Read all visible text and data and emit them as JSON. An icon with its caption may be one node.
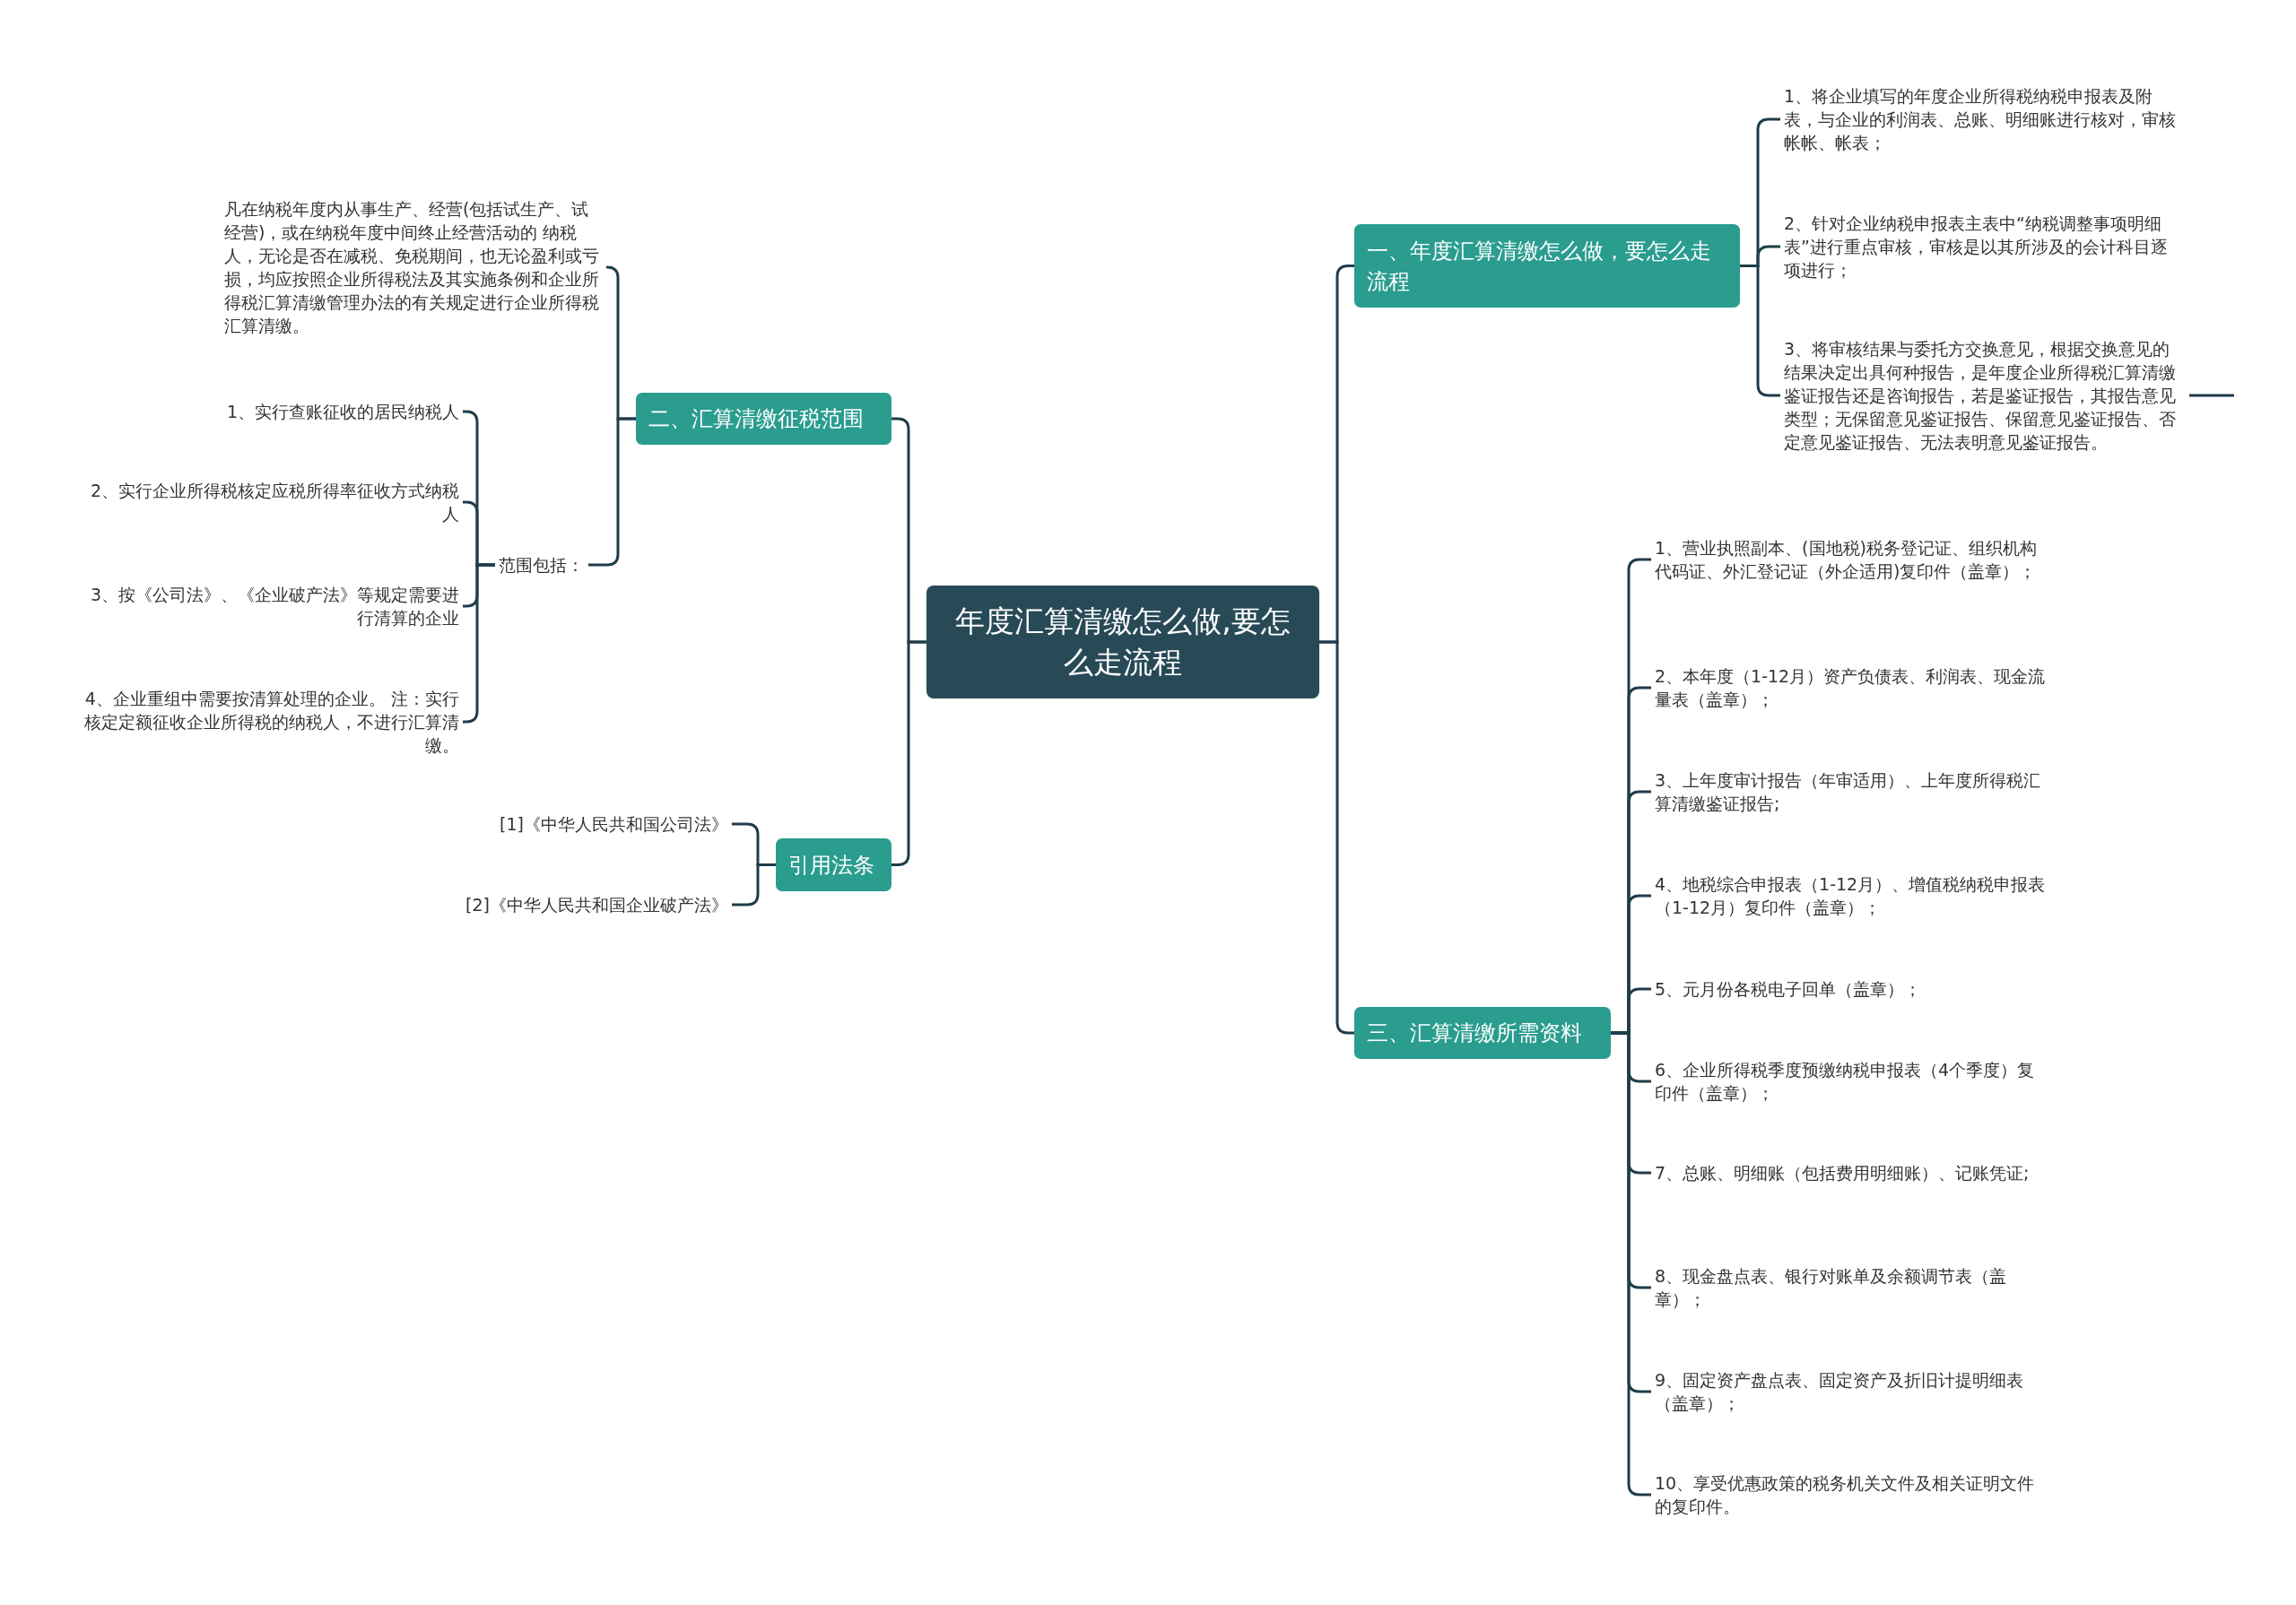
{
  "diagram": {
    "nodes": [
      {
        "text": [
          "年度汇算清缴怎么做,要怎么走流程"
        ]
      },
      {
        "text": [
          "一、年度汇算清缴怎么做，要怎么走流程"
        ]
      },
      {
        "text": [
          "1、将企业填写的年度企业所得税纳税申报表及附表，与企业的利润表、总账、明细账进行核对，审核帐帐、帐表；"
        ]
      },
      {
        "text": [
          "2、针对企业纳税申报表主表中“纳税调整事项明细表”进行重点审核，审核是以其所涉及的会计科目逐项进行；"
        ]
      },
      {
        "text": [
          "3、将审核结果与委托方交换意见，根据交换意见的结果决定出具何种报告，是年度企业所得税汇算清缴鉴证报告还是咨询报告，若是鉴证报告，其报告意见类型；无保留意见鉴证报告、保留意见鉴证报告、否定意见鉴证报告、无法表明意见鉴证报告。"
        ]
      },
      {
        "text": [
          "三、汇算清缴所需资料"
        ]
      },
      {
        "text": [
          "1、营业执照副本、(国地税)税务登记证、组织机构代码证、外汇登记证（外企适用)复印件（盖章）；"
        ]
      },
      {
        "text": [
          "2、本年度（1-12月）资产负债表、利润表、现金流量表（盖章）；"
        ]
      },
      {
        "text": [
          "3、上年度审计报告（年审适用）、上年度所得税汇算清缴鉴证报告;"
        ]
      },
      {
        "text": [
          "4、地税综合申报表（1-12月）、增值税纳税申报表（1-12月）复印件（盖章）；"
        ]
      },
      {
        "text": [
          "5、元月份各税电子回单（盖章）；"
        ]
      },
      {
        "text": [
          "6、企业所得税季度预缴纳税申报表（4个季度）复印件（盖章）；"
        ]
      },
      {
        "text": [
          "7、总账、明细账（包括费用明细账）、记账凭证;"
        ]
      },
      {
        "text": [
          "8、现金盘点表、银行对账单及余额调节表（盖章）；"
        ]
      },
      {
        "text": [
          "9、固定资产盘点表、固定资产及折旧计提明细表（盖章）；"
        ]
      },
      {
        "text": [
          "10、享受优惠政策的税务机关文件及相关证明文件的复印件。"
        ]
      },
      {
        "text": [
          "二、汇算清缴征税范围"
        ]
      },
      {
        "text": [
          "凡在纳税年度内从事生产、经营(包括试生产、试经营)，或在纳税年度中间终止经营活动的 纳税人，无论是否在减税、免税期间，也无论盈利或亏损，均应按照企业所得税法及其实施条例和企业所得税汇算清缴管理办法的有关规定进行企业所得税汇算清缴。"
        ]
      },
      {
        "text": [
          "范围包括："
        ]
      },
      {
        "text": [
          "1、实行查账征收的居民纳税人"
        ]
      },
      {
        "text": [
          "2、实行企业所得税核定应税所得率征收方式纳税人"
        ]
      },
      {
        "text": [
          "3、按《公司法》、《企业破产法》等规定需要进行清算的企业"
        ]
      },
      {
        "text": [
          "4、企业重组中需要按清算处理的企业。 注：实行核定定额征收企业所得税的纳税人，不进行汇算清缴。"
        ]
      },
      {
        "text": [
          "引用法条"
        ]
      },
      {
        "text": [
          "[1]《中华人民共和国公司法》"
        ]
      },
      {
        "text": [
          "[2]《中华人民共和国企业破产法》"
        ]
      }
    ],
    "edges": [
      {
        "from": 0,
        "to": 1,
        "arrow": "none"
      },
      {
        "from": 1,
        "to": 2,
        "arrow": "none"
      },
      {
        "from": 1,
        "to": 3,
        "arrow": "none"
      },
      {
        "from": 1,
        "to": 4,
        "arrow": "none"
      },
      {
        "from": 4,
        "to": null,
        "arrow": "none"
      },
      {
        "from": 0,
        "to": 5,
        "arrow": "none"
      },
      {
        "from": 5,
        "to": 6,
        "arrow": "none"
      },
      {
        "from": 5,
        "to": 7,
        "arrow": "none"
      },
      {
        "from": 5,
        "to": 8,
        "arrow": "none"
      },
      {
        "from": 5,
        "to": 9,
        "arrow": "none"
      },
      {
        "from": 5,
        "to": 10,
        "arrow": "none"
      },
      {
        "from": 5,
        "to": 11,
        "arrow": "none"
      },
      {
        "from": 5,
        "to": 12,
        "arrow": "none"
      },
      {
        "from": 5,
        "to": 13,
        "arrow": "none"
      },
      {
        "from": 5,
        "to": 14,
        "arrow": "none"
      },
      {
        "from": 5,
        "to": 15,
        "arrow": "none"
      },
      {
        "from": 0,
        "to": 16,
        "arrow": "none"
      },
      {
        "from": 16,
        "to": 17,
        "arrow": "none"
      },
      {
        "from": 16,
        "to": 18,
        "arrow": "none"
      },
      {
        "from": 18,
        "to": 19,
        "arrow": "none"
      },
      {
        "from": 18,
        "to": 20,
        "arrow": "none"
      },
      {
        "from": 18,
        "to": 21,
        "arrow": "none"
      },
      {
        "from": 18,
        "to": 22,
        "arrow": "none"
      },
      {
        "from": 0,
        "to": 23,
        "arrow": "none"
      },
      {
        "from": 23,
        "to": 24,
        "arrow": "none"
      },
      {
        "from": 23,
        "to": 25,
        "arrow": "none"
      }
    ]
  }
}
